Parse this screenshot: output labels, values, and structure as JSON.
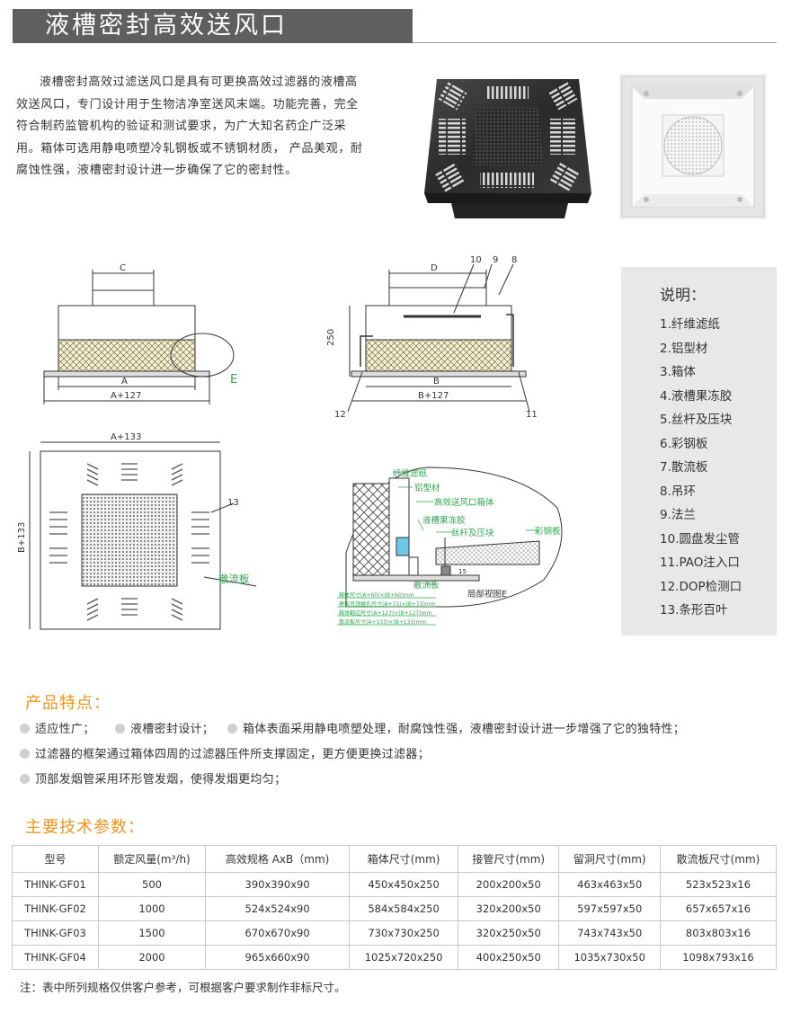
{
  "header": {
    "title": "液槽密封高效送风口"
  },
  "intro": "液槽密封高效过滤送风口是具有可更换高效过滤器的液槽高效送风口，专门设计用于生物洁净室送风末端。功能完善，完全符合制药监管机构的验证和测试要求，为广大知名药企广泛采用。箱体可选用静电喷塑冷轧钢板或不锈钢材质， 产品美观，耐腐蚀性强，液槽密封设计进一步确保了它的密封性。",
  "drawing": {
    "c": "C",
    "a": "A",
    "a127": "A+127",
    "e": "E",
    "d": "D",
    "n10": "10",
    "n9": "9",
    "n8": "8",
    "h250": "250",
    "b": "B",
    "b127": "B+127",
    "n12": "12",
    "n11": "11",
    "a133": "A+133",
    "b133": "B+133",
    "n13": "13",
    "diffuser": "散流板",
    "c_filter": "纤维滤纸",
    "c_alu": "铝型材",
    "c_box": "高效送风口箱体",
    "c_gel": "液槽果冻胶",
    "c_screw": "丝杆及压块",
    "c_steel": "彩钢板",
    "c_diff": "散流板",
    "c_view": "局部视图E",
    "dim1": "箱体尺寸(A+60)×(B+60)mm",
    "dim2": "建议吊顶留孔尺寸(A+73)×(B+73)mm",
    "dim3": "箱体翻边尺寸(A+127)×(B+127)mm",
    "dim4": "散流板尺寸(A+133)×(B+133)mm",
    "n15": "15"
  },
  "legend": {
    "title": "说明：",
    "items": [
      "1.纤维滤纸",
      "2.铝型材",
      "3.箱体",
      "4.液槽果冻胶",
      "5.丝杆及压块",
      "6.彩钢板",
      "7.散流板",
      "8.吊环",
      "9.法兰",
      "10.圆盘发尘管",
      "11.PAO注入口",
      "12.DOP检测口",
      "13.条形百叶"
    ]
  },
  "features": {
    "title": "产品特点：",
    "items": [
      "适应性广；",
      "液槽密封设计；",
      "箱体表面采用静电喷塑处理，耐腐蚀性强，液槽密封设计进一步增强了它的独特性；",
      "过滤器的框架通过箱体四周的过滤器压件所支撑固定，更方便更换过滤器；",
      "顶部发烟管采用环形管发烟，使得发烟更均匀；"
    ]
  },
  "specs": {
    "title": "主要技术参数：",
    "headers": [
      "型号",
      "额定风量(m³/h)",
      "高效规格 AxB（mm)",
      "箱体尺寸(mm)",
      "接管尺寸(mm)",
      "留洞尺寸(mm)",
      "散流板尺寸(mm)"
    ],
    "rows": [
      [
        "THINK-GF01",
        "500",
        "390x390x90",
        "450x450x250",
        "200x200x50",
        "463x463x50",
        "523x523x16"
      ],
      [
        "THINK-GF02",
        "1000",
        "524x524x90",
        "584x584x250",
        "320x200x50",
        "597x597x50",
        "657x657x16"
      ],
      [
        "THINK-GF03",
        "1500",
        "670x670x90",
        "730x730x250",
        "320x250x50",
        "743x743x50",
        "803x803x16"
      ],
      [
        "THINK-GF04",
        "2000",
        "965x660x90",
        "1025x720x250",
        "400x250x50",
        "1035x730x50",
        "1098x793x16"
      ]
    ],
    "note": "注：表中所列规格仅供客户参考，可根据客户要求制作非标尺寸。"
  },
  "colors": {
    "accent": "#f0961e",
    "header_bg": "#5f5f5f",
    "legend_bg": "#e8e8e8",
    "drawing_green": "#2fa84f"
  }
}
